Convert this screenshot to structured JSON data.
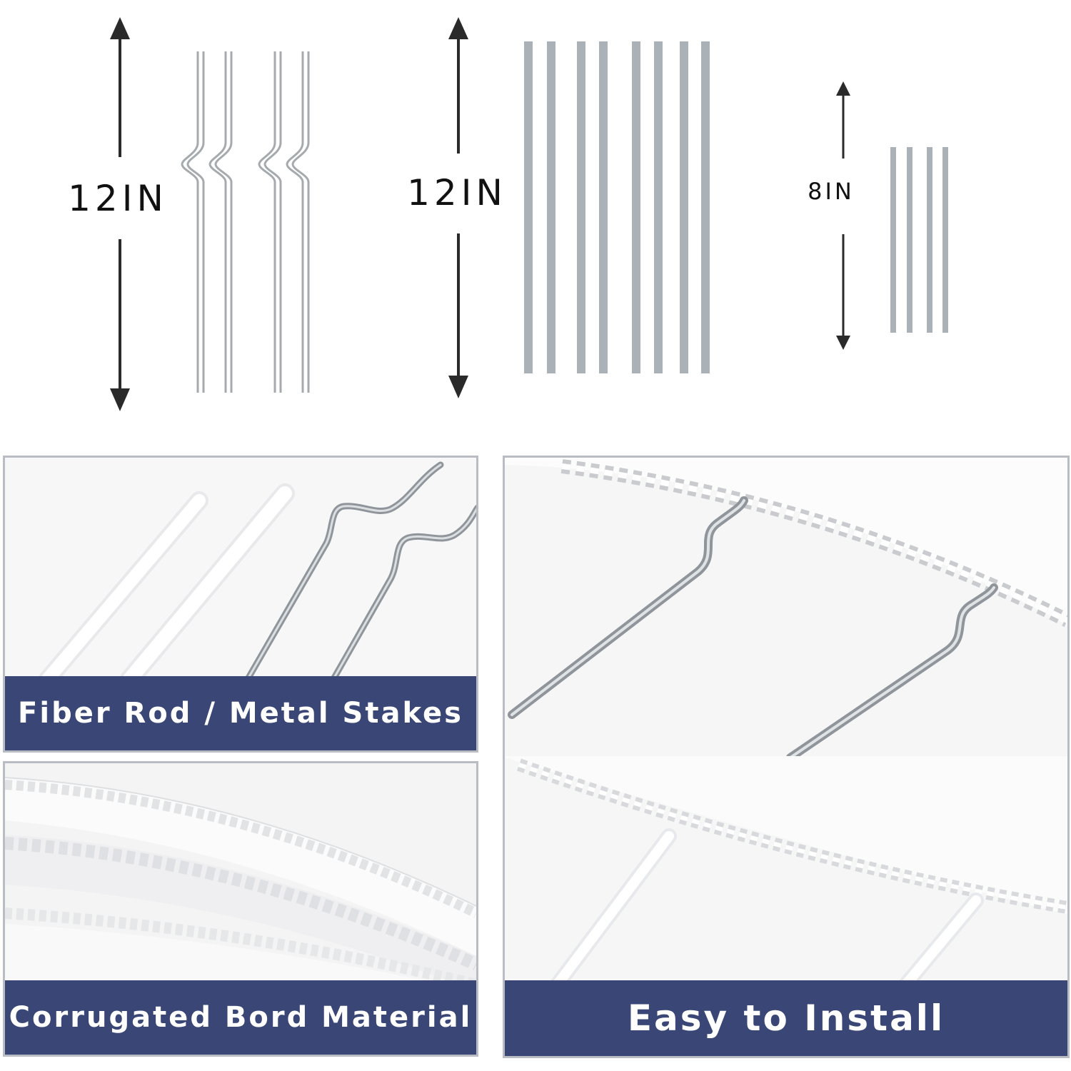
{
  "dimensions": {
    "metal_stake_length": "12IN",
    "fiber_rod_long_length": "12IN",
    "fiber_rod_short_length": "8IN"
  },
  "panels": {
    "rods_stakes": {
      "caption": "Fiber Rod / Metal Stakes"
    },
    "corrugated": {
      "caption": "Corrugated Bord Material"
    },
    "install": {
      "caption": "Easy to Install"
    }
  },
  "colors": {
    "banner": "#3a4776",
    "rod_gray": "#aab2b8",
    "wire_silver": "#9ea3a8",
    "arrow": "#2a2a2a"
  }
}
